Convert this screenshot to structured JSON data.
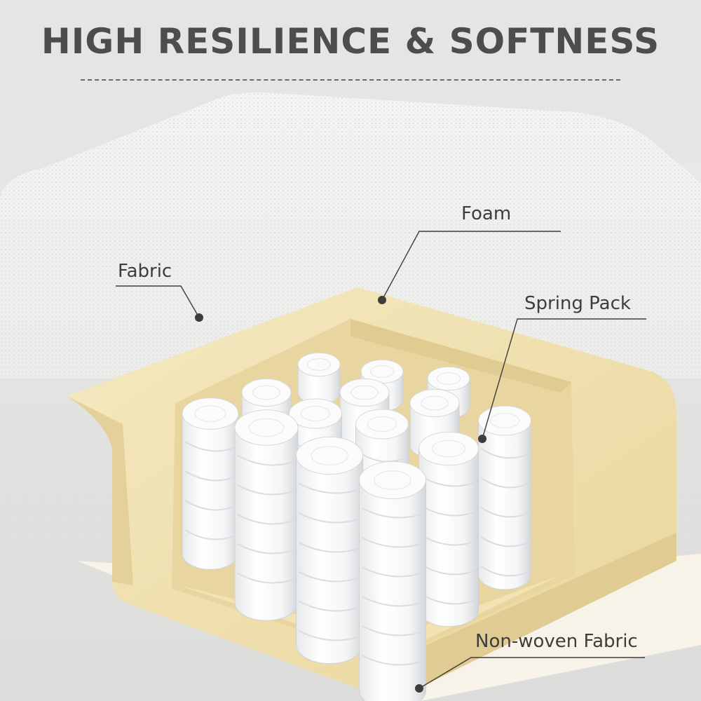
{
  "title": "HIGH RESILIENCE & SOFTNESS",
  "labels": {
    "foam": "Foam",
    "fabric": "Fabric",
    "spring_pack": "Spring Pack",
    "non_woven_fabric": "Non-woven Fabric"
  },
  "colors": {
    "title": "#4d4d4d",
    "background": "#e3e5e6",
    "fabric": "#f2f2f0",
    "foam": "#f1e3b6",
    "foam_shade": "#e2cf93",
    "springs": "#ffffff",
    "callout_line": "#3d3d3d"
  }
}
